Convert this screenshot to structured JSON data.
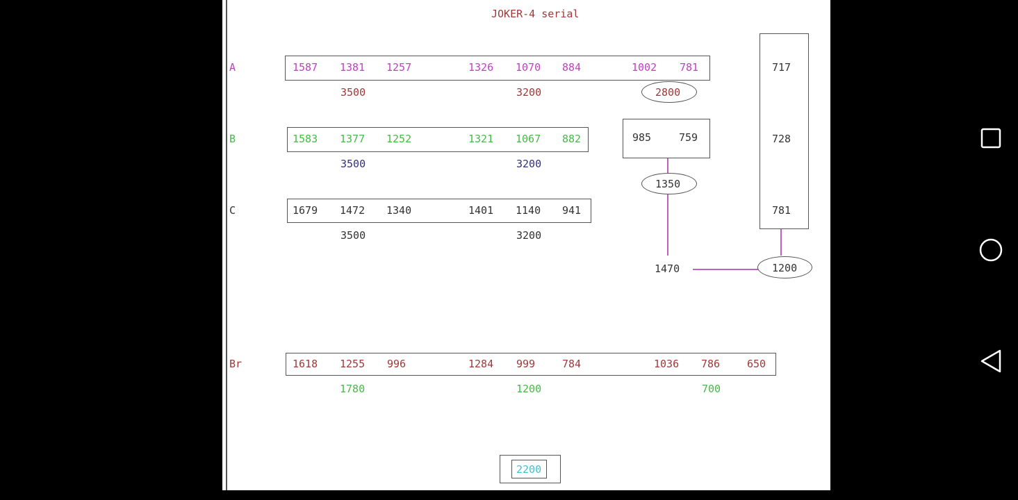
{
  "title": "JOKER-4 serial",
  "colors": {
    "magenta": "#c040c0",
    "green": "#44bb44",
    "brown": "#a03838",
    "navy": "#303080",
    "dark": "#333333",
    "cyan": "#40c0d0"
  },
  "rows": {
    "A": {
      "label": "A",
      "values": [
        "1587",
        "1381",
        "1257",
        "1326",
        "1070",
        "884",
        "1002",
        "781"
      ],
      "sub": [
        "3500",
        "3200"
      ],
      "oval": "2800"
    },
    "B": {
      "label": "B",
      "values": [
        "1583",
        "1377",
        "1252",
        "1321",
        "1067",
        "882"
      ],
      "sub": [
        "3500",
        "3200"
      ]
    },
    "C": {
      "label": "C",
      "values": [
        "1679",
        "1472",
        "1340",
        "1401",
        "1140",
        "941"
      ],
      "sub": [
        "3500",
        "3200"
      ]
    },
    "Br": {
      "label": "Br",
      "values": [
        "1618",
        "1255",
        "996",
        "1284",
        "999",
        "784",
        "1036",
        "786",
        "650"
      ],
      "sub": [
        "1780",
        "1200",
        "700"
      ]
    }
  },
  "side_box": {
    "values": [
      "985",
      "759"
    ],
    "oval": "1350",
    "joint": "1470"
  },
  "column_box": {
    "values": [
      "717",
      "728",
      "781"
    ],
    "oval": "1200"
  },
  "bottom_box": {
    "value": "2200"
  },
  "navbar": {
    "icons": [
      "square-icon",
      "circle-icon",
      "triangle-back-icon"
    ]
  }
}
